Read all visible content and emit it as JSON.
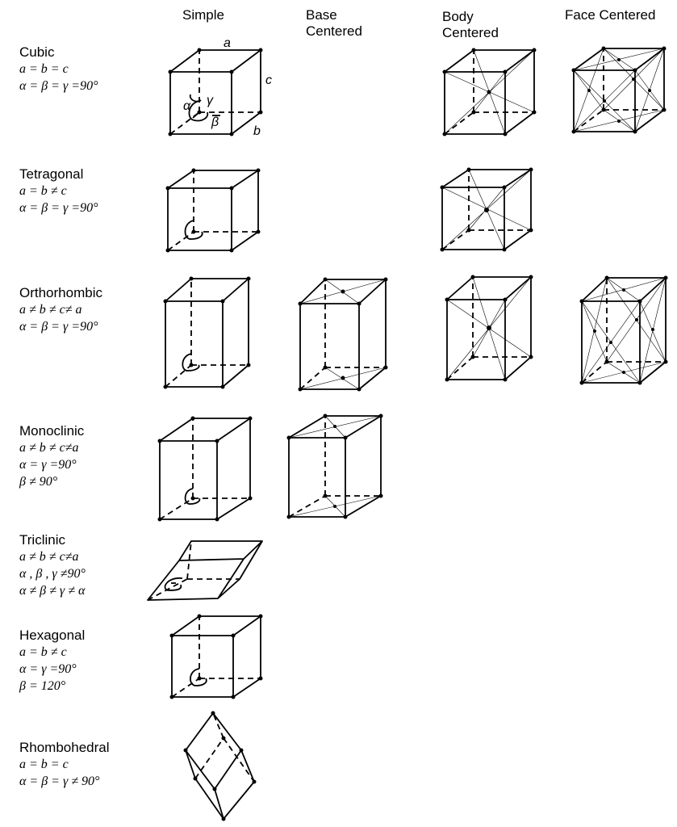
{
  "columns": [
    "Simple",
    "Base\nCentered",
    "Body\nCentered",
    "Face Centered"
  ],
  "systems": [
    {
      "name": "Cubic",
      "relations": [
        "a = b = c",
        "α = β = γ =90°"
      ]
    },
    {
      "name": "Tetragonal",
      "relations": [
        "a = b ≠ c",
        "α = β = γ =90°"
      ]
    },
    {
      "name": "Orthorhombic",
      "relations": [
        "a ≠ b ≠ c≠ a",
        "α = β = γ =90°"
      ]
    },
    {
      "name": "Monoclinic",
      "relations": [
        "a ≠ b ≠ c≠a",
        "α = γ =90°",
        "β ≠ 90°"
      ]
    },
    {
      "name": "Triclinic",
      "relations": [
        "a ≠ b ≠ c≠a",
        "α , β , γ ≠90°",
        "α ≠ β ≠ γ ≠ α"
      ]
    },
    {
      "name": "Hexagonal",
      "relations": [
        "a = b ≠ c",
        "α = γ =90°",
        "β = 120°"
      ]
    },
    {
      "name": "Rhombohedral",
      "relations": [
        "a = b = c",
        "α = β = γ ≠ 90°"
      ]
    }
  ],
  "axis_labels": {
    "a": "a",
    "b": "b",
    "c": "c",
    "alpha": "α",
    "beta": "β",
    "gamma": "γ"
  }
}
